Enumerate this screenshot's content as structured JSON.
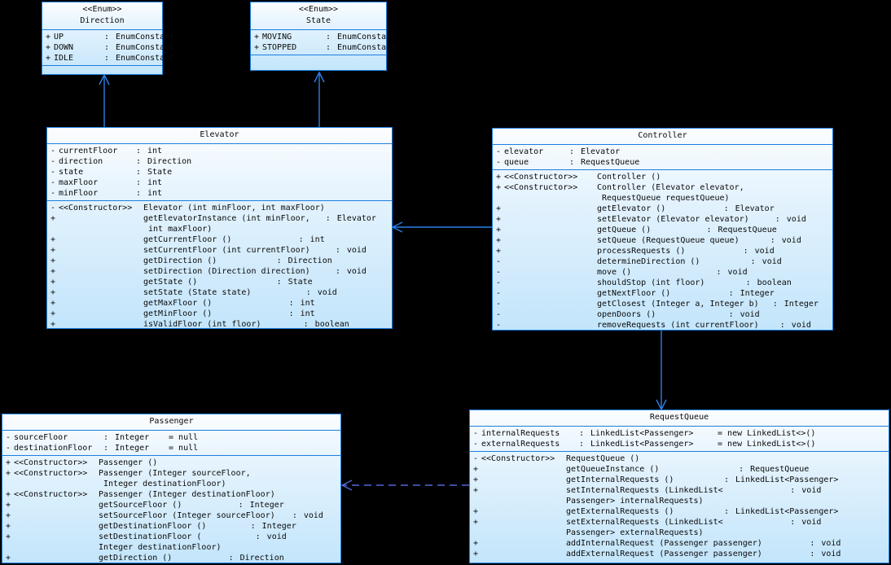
{
  "diagram": {
    "type": "uml-class-diagram",
    "background": "#000000",
    "box_border_color": "#1b7fe0",
    "connector_color": "#2a7fe8",
    "dashed_connector_color": "#4a6fd8"
  },
  "classes": {
    "direction": {
      "stereotype": "<<Enum>>",
      "name": "Direction",
      "attributes": [
        {
          "vis": "+",
          "name": "UP",
          "sep": ":",
          "type": "EnumConstant"
        },
        {
          "vis": "+",
          "name": "DOWN",
          "sep": ":",
          "type": "EnumConstant"
        },
        {
          "vis": "+",
          "name": "IDLE",
          "sep": ":",
          "type": "EnumConstant"
        }
      ],
      "operations": []
    },
    "state": {
      "stereotype": "<<Enum>>",
      "name": "State",
      "attributes": [
        {
          "vis": "+",
          "name": "MOVING",
          "sep": ":",
          "type": "EnumConstant"
        },
        {
          "vis": "+",
          "name": "STOPPED",
          "sep": ":",
          "type": "EnumConstant"
        }
      ],
      "operations": []
    },
    "elevator": {
      "stereotype": "",
      "name": "Elevator",
      "attributes": [
        {
          "vis": "-",
          "name": "currentFloor",
          "sep": ":",
          "type": "int"
        },
        {
          "vis": "-",
          "name": "direction",
          "sep": ":",
          "type": "Direction"
        },
        {
          "vis": "-",
          "name": "state",
          "sep": ":",
          "type": "State"
        },
        {
          "vis": "-",
          "name": "maxFloor",
          "sep": ":",
          "type": "int"
        },
        {
          "vis": "-",
          "name": "minFloor",
          "sep": ":",
          "type": "int"
        }
      ],
      "operations": [
        {
          "vis": "-",
          "stereo": "<<Constructor>>",
          "sig": "Elevator (int minFloor, int maxFloor)",
          "sep": "",
          "type": ""
        },
        {
          "vis": "+",
          "stereo": "",
          "sig": "getElevatorInstance (int minFloor,",
          "sep": ":",
          "type": "Elevator"
        },
        {
          "vis": "",
          "stereo": "",
          "sig": " int maxFloor)",
          "sep": "",
          "type": ""
        },
        {
          "vis": "+",
          "stereo": "",
          "sig": "getCurrentFloor ()",
          "sep": ":",
          "type": "int"
        },
        {
          "vis": "+",
          "stereo": "",
          "sig": "setCurrentFloor (int currentFloor)",
          "sep": ":",
          "type": "void"
        },
        {
          "vis": "+",
          "stereo": "",
          "sig": "getDirection ()",
          "sep": ":",
          "type": "Direction"
        },
        {
          "vis": "+",
          "stereo": "",
          "sig": "setDirection (Direction direction)",
          "sep": ":",
          "type": "void"
        },
        {
          "vis": "+",
          "stereo": "",
          "sig": "getState ()",
          "sep": ":",
          "type": "State"
        },
        {
          "vis": "+",
          "stereo": "",
          "sig": "setState (State state)",
          "sep": ":",
          "type": "void"
        },
        {
          "vis": "+",
          "stereo": "",
          "sig": "getMaxFloor ()",
          "sep": ":",
          "type": "int"
        },
        {
          "vis": "+",
          "stereo": "",
          "sig": "getMinFloor ()",
          "sep": ":",
          "type": "int"
        },
        {
          "vis": "+",
          "stereo": "",
          "sig": "isValidFloor (int floor)",
          "sep": ":",
          "type": "boolean"
        }
      ]
    },
    "controller": {
      "stereotype": "",
      "name": "Controller",
      "attributes": [
        {
          "vis": "-",
          "name": "elevator",
          "sep": ":",
          "type": "Elevator"
        },
        {
          "vis": "-",
          "name": "queue",
          "sep": ":",
          "type": "RequestQueue"
        }
      ],
      "operations": [
        {
          "vis": "+",
          "stereo": "<<Constructor>>",
          "sig": "Controller ()",
          "sep": "",
          "type": ""
        },
        {
          "vis": "+",
          "stereo": "<<Constructor>>",
          "sig": "Controller (Elevator elevator,",
          "sep": "",
          "type": ""
        },
        {
          "vis": "",
          "stereo": "",
          "sig": " RequestQueue requestQueue)",
          "sep": "",
          "type": ""
        },
        {
          "vis": "+",
          "stereo": "",
          "sig": "getElevator ()",
          "sep": ":",
          "type": "Elevator"
        },
        {
          "vis": "+",
          "stereo": "",
          "sig": "setElevator (Elevator elevator)",
          "sep": ":",
          "type": "void"
        },
        {
          "vis": "+",
          "stereo": "",
          "sig": "getQueue ()",
          "sep": ":",
          "type": "RequestQueue"
        },
        {
          "vis": "+",
          "stereo": "",
          "sig": "setQueue (RequestQueue queue)",
          "sep": ":",
          "type": "void"
        },
        {
          "vis": "+",
          "stereo": "",
          "sig": "processRequests ()",
          "sep": ":",
          "type": "void"
        },
        {
          "vis": "-",
          "stereo": "",
          "sig": "determineDirection ()",
          "sep": ":",
          "type": "void"
        },
        {
          "vis": "-",
          "stereo": "",
          "sig": "move ()",
          "sep": ":",
          "type": "void"
        },
        {
          "vis": "-",
          "stereo": "",
          "sig": "shouldStop (int floor)",
          "sep": ":",
          "type": "boolean"
        },
        {
          "vis": "-",
          "stereo": "",
          "sig": "getNextFloor ()",
          "sep": ":",
          "type": "Integer"
        },
        {
          "vis": "-",
          "stereo": "",
          "sig": "getClosest (Integer a, Integer b)",
          "sep": ":",
          "type": "Integer"
        },
        {
          "vis": "-",
          "stereo": "",
          "sig": "openDoors ()",
          "sep": ":",
          "type": "void"
        },
        {
          "vis": "-",
          "stereo": "",
          "sig": "removeRequests (int currentFloor)",
          "sep": ":",
          "type": "void"
        }
      ]
    },
    "passenger": {
      "stereotype": "",
      "name": "Passenger",
      "attributes": [
        {
          "vis": "-",
          "name": "sourceFloor",
          "sep": ":",
          "type": "Integer",
          "default": "= null"
        },
        {
          "vis": "-",
          "name": "destinationFloor",
          "sep": ":",
          "type": "Integer",
          "default": "= null"
        }
      ],
      "operations": [
        {
          "vis": "+",
          "stereo": "<<Constructor>>",
          "sig": "Passenger ()",
          "sep": "",
          "type": ""
        },
        {
          "vis": "+",
          "stereo": "<<Constructor>>",
          "sig": "Passenger (Integer sourceFloor,",
          "sep": "",
          "type": ""
        },
        {
          "vis": "",
          "stereo": "",
          "sig": " Integer destinationFloor)",
          "sep": "",
          "type": ""
        },
        {
          "vis": "+",
          "stereo": "<<Constructor>>",
          "sig": "Passenger (Integer destinationFloor)",
          "sep": "",
          "type": ""
        },
        {
          "vis": "+",
          "stereo": "",
          "sig": "getSourceFloor ()",
          "sep": ":",
          "type": "Integer"
        },
        {
          "vis": "+",
          "stereo": "",
          "sig": "setSourceFloor (Integer sourceFloor)",
          "sep": ":",
          "type": "void"
        },
        {
          "vis": "+",
          "stereo": "",
          "sig": "getDestinationFloor ()",
          "sep": ":",
          "type": "Integer"
        },
        {
          "vis": "+",
          "stereo": "",
          "sig": "setDestinationFloor (",
          "sep": ":",
          "type": "void"
        },
        {
          "vis": "",
          "stereo": "",
          "sig": "Integer destinationFloor)",
          "sep": "",
          "type": ""
        },
        {
          "vis": "+",
          "stereo": "",
          "sig": "getDirection ()",
          "sep": ":",
          "type": "Direction"
        }
      ]
    },
    "requestqueue": {
      "stereotype": "",
      "name": "RequestQueue",
      "attributes": [
        {
          "vis": "-",
          "name": "internalRequests",
          "sep": ":",
          "type": "LinkedList<Passenger>",
          "default": "= new LinkedList<>()"
        },
        {
          "vis": "-",
          "name": "externalRequests",
          "sep": ":",
          "type": "LinkedList<Passenger>",
          "default": "= new LinkedList<>()"
        }
      ],
      "operations": [
        {
          "vis": "-",
          "stereo": "<<Constructor>>",
          "sig": "RequestQueue ()",
          "sep": "",
          "type": ""
        },
        {
          "vis": "+",
          "stereo": "",
          "sig": "getQueueInstance ()",
          "sep": ":",
          "type": "RequestQueue"
        },
        {
          "vis": "+",
          "stereo": "",
          "sig": "getInternalRequests ()",
          "sep": ":",
          "type": "LinkedList<Passenger>"
        },
        {
          "vis": "+",
          "stereo": "",
          "sig": "setInternalRequests (LinkedList<",
          "sep": ":",
          "type": "void"
        },
        {
          "vis": "",
          "stereo": "",
          "sig": "Passenger> internalRequests)",
          "sep": "",
          "type": ""
        },
        {
          "vis": "+",
          "stereo": "",
          "sig": "getExternalRequests ()",
          "sep": ":",
          "type": "LinkedList<Passenger>"
        },
        {
          "vis": "+",
          "stereo": "",
          "sig": "setExternalRequests (LinkedList<",
          "sep": ":",
          "type": "void"
        },
        {
          "vis": "",
          "stereo": "",
          "sig": "Passenger> externalRequests)",
          "sep": "",
          "type": ""
        },
        {
          "vis": "+",
          "stereo": "",
          "sig": "addInternalRequest (Passenger passenger)",
          "sep": ":",
          "type": "void"
        },
        {
          "vis": "+",
          "stereo": "",
          "sig": "addExternalRequest (Passenger passenger)",
          "sep": ":",
          "type": "void"
        }
      ]
    }
  },
  "connectors": [
    {
      "id": "elevator-to-direction",
      "from": "Elevator",
      "to": "Direction",
      "style": "solid",
      "arrow": "open"
    },
    {
      "id": "elevator-to-state",
      "from": "Elevator",
      "to": "State",
      "style": "solid",
      "arrow": "open"
    },
    {
      "id": "controller-to-elevator",
      "from": "Controller",
      "to": "Elevator",
      "style": "solid",
      "arrow": "open"
    },
    {
      "id": "controller-to-requestqueue",
      "from": "Controller",
      "to": "RequestQueue",
      "style": "solid",
      "arrow": "open"
    },
    {
      "id": "requestqueue-to-passenger",
      "from": "RequestQueue",
      "to": "Passenger",
      "style": "dashed",
      "arrow": "open"
    }
  ]
}
